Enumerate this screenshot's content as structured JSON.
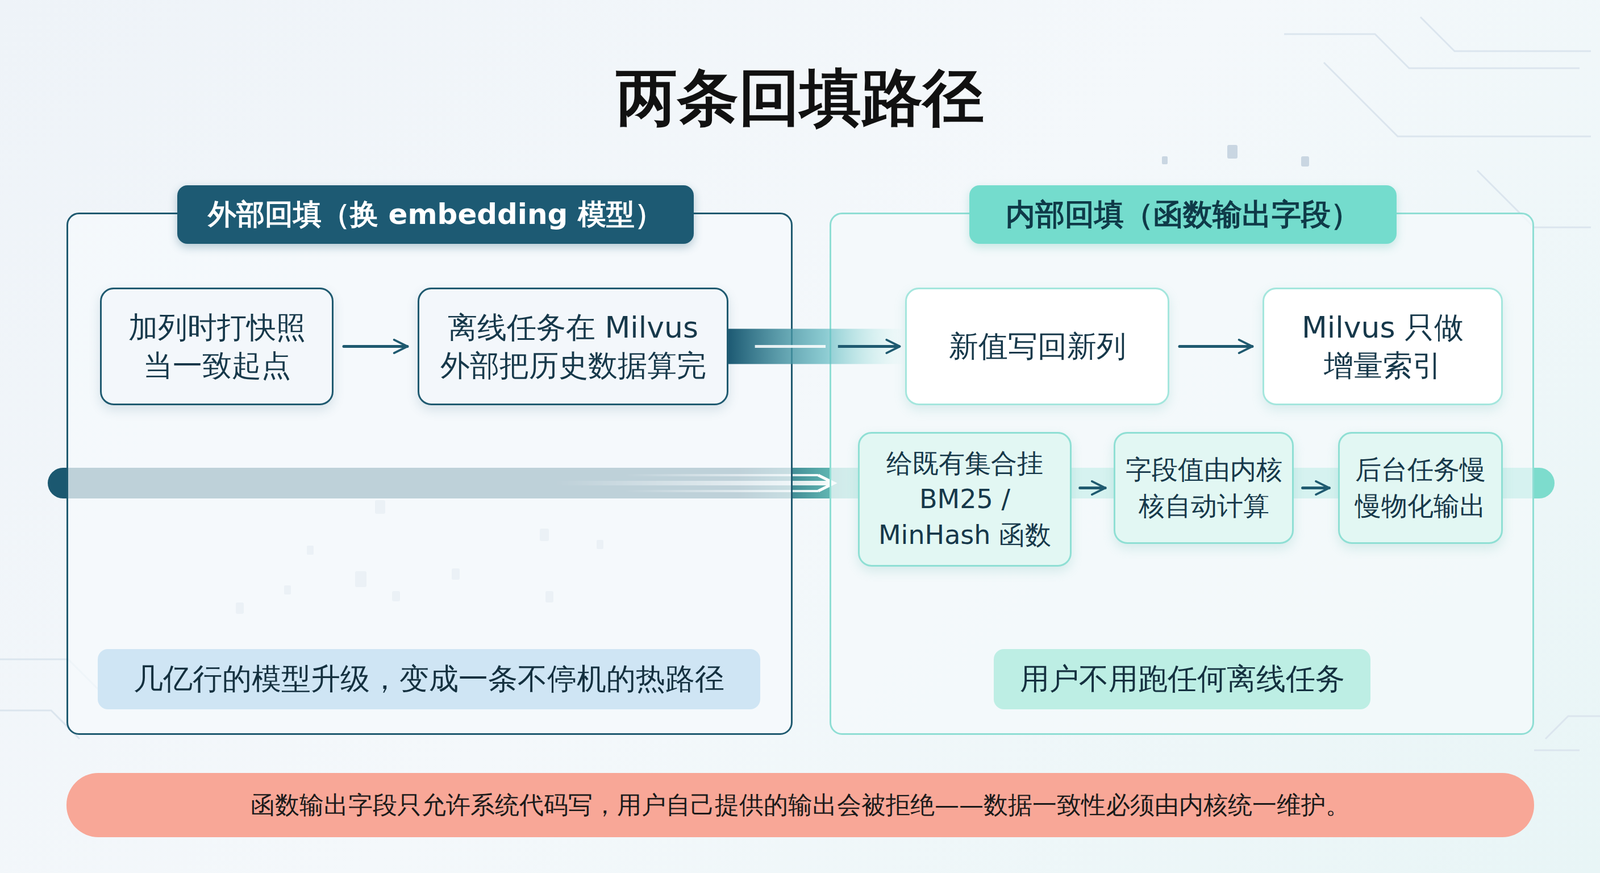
{
  "diagram": {
    "title": "两条回填路径",
    "nodes": [
      {
        "text": [
          "外部回填（换 embedding 模型）"
        ]
      },
      {
        "text": [
          "加列时打快照 当一致起点"
        ],
        "in": 0
      },
      {
        "text": [
          "离线任务在 Milvus 外部把历史数据算完"
        ],
        "in": 0
      },
      {
        "text": [
          "几亿行的模型升级，变成一条不停机的热路径"
        ],
        "in": 0
      },
      {
        "text": [
          "内部回填（函数输出字段）"
        ]
      },
      {
        "text": [
          "新值写回新列"
        ],
        "in": 4
      },
      {
        "text": [
          "Milvus 只做 增量索引"
        ],
        "in": 4
      },
      {
        "text": [
          "给既有集合挂 BM25 / MinHash 函数"
        ],
        "in": 4
      },
      {
        "text": [
          "字段值由内核 核自动计算"
        ],
        "in": 4
      },
      {
        "text": [
          "后台任务慢 慢物化输出"
        ],
        "in": 4
      },
      {
        "text": [
          "用户不用跑任何离线任务"
        ],
        "in": 4
      },
      {
        "text": [
          "函数输出字段只允许系统代码写，用户自己提供的输出会被拒绝——数据一致性必须由内核统一维护。"
        ]
      }
    ],
    "edges": [
      {
        "from": 1,
        "to": 2,
        "arrow": "to"
      },
      {
        "from": 2,
        "to": 5,
        "arrow": "to"
      },
      {
        "from": 5,
        "to": 6,
        "arrow": "to"
      },
      {
        "from": 7,
        "to": 8,
        "arrow": "to"
      },
      {
        "from": 8,
        "to": 9,
        "arrow": "to"
      }
    ]
  }
}
